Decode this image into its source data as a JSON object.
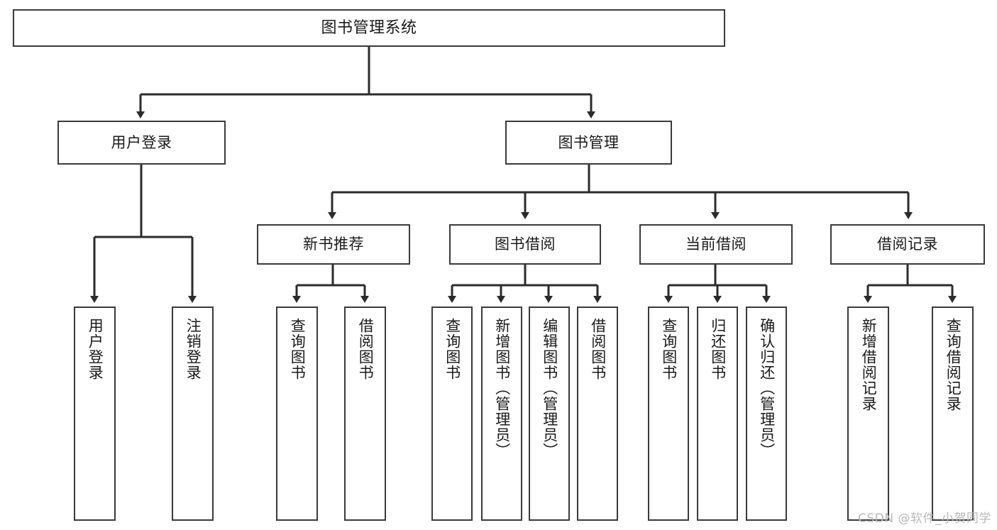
{
  "diagram": {
    "title": "图书管理系统",
    "watermark": "CSDN @软件_小贺同学",
    "colors": {
      "box_border": "#3a3a3a",
      "box_fill": "#ffffff",
      "edge": "#2b2b2b",
      "text": "#1a1a1a",
      "watermark": "#b9b9b9"
    },
    "levels": {
      "level1": [
        {
          "id": "root",
          "label": "图书管理系统",
          "orientation": "horizontal"
        }
      ],
      "level2": [
        {
          "id": "user-login",
          "label": "用户登录",
          "orientation": "horizontal"
        },
        {
          "id": "book-manage",
          "label": "图书管理",
          "orientation": "horizontal"
        }
      ],
      "level3": [
        {
          "id": "new-book-recommend",
          "label": "新书推荐",
          "orientation": "horizontal"
        },
        {
          "id": "book-borrow",
          "label": "图书借阅",
          "orientation": "horizontal"
        },
        {
          "id": "current-borrow",
          "label": "当前借阅",
          "orientation": "horizontal"
        },
        {
          "id": "borrow-record",
          "label": "借阅记录",
          "orientation": "horizontal"
        }
      ],
      "level4": [
        {
          "id": "leaf-user-login",
          "label": "用户登录",
          "orientation": "vertical",
          "parent": "user-login"
        },
        {
          "id": "leaf-logout-login",
          "label": "注销登录",
          "orientation": "vertical",
          "parent": "user-login"
        },
        {
          "id": "leaf-query-book-1",
          "label": "查询图书",
          "orientation": "vertical",
          "parent": "new-book-recommend"
        },
        {
          "id": "leaf-borrow-book-1",
          "label": "借阅图书",
          "orientation": "vertical",
          "parent": "new-book-recommend"
        },
        {
          "id": "leaf-query-book-2",
          "label": "查询图书",
          "orientation": "vertical",
          "parent": "book-borrow"
        },
        {
          "id": "leaf-add-book",
          "label": "新增图书（管理员）",
          "orientation": "vertical",
          "parent": "book-borrow"
        },
        {
          "id": "leaf-edit-book",
          "label": "编辑图书（管理员）",
          "orientation": "vertical",
          "parent": "book-borrow"
        },
        {
          "id": "leaf-borrow-book-2",
          "label": "借阅图书",
          "orientation": "vertical",
          "parent": "book-borrow"
        },
        {
          "id": "leaf-query-book-3",
          "label": "查询图书",
          "orientation": "vertical",
          "parent": "current-borrow"
        },
        {
          "id": "leaf-return-book",
          "label": "归还图书",
          "orientation": "vertical",
          "parent": "current-borrow"
        },
        {
          "id": "leaf-confirm-return",
          "label": "确认归还（管理员）",
          "orientation": "vertical",
          "parent": "current-borrow"
        },
        {
          "id": "leaf-add-record",
          "label": "新增借阅记录",
          "orientation": "vertical",
          "parent": "borrow-record"
        },
        {
          "id": "leaf-query-record",
          "label": "查询借阅记录",
          "orientation": "vertical",
          "parent": "borrow-record"
        }
      ]
    },
    "edges": [
      {
        "from": "root",
        "to": "user-login"
      },
      {
        "from": "root",
        "to": "book-manage"
      },
      {
        "from": "book-manage",
        "to": "new-book-recommend"
      },
      {
        "from": "book-manage",
        "to": "book-borrow"
      },
      {
        "from": "book-manage",
        "to": "current-borrow"
      },
      {
        "from": "book-manage",
        "to": "borrow-record"
      },
      {
        "from": "user-login",
        "to": "leaf-user-login"
      },
      {
        "from": "user-login",
        "to": "leaf-logout-login"
      },
      {
        "from": "new-book-recommend",
        "to": "leaf-query-book-1"
      },
      {
        "from": "new-book-recommend",
        "to": "leaf-borrow-book-1"
      },
      {
        "from": "book-borrow",
        "to": "leaf-query-book-2"
      },
      {
        "from": "book-borrow",
        "to": "leaf-add-book"
      },
      {
        "from": "book-borrow",
        "to": "leaf-edit-book"
      },
      {
        "from": "book-borrow",
        "to": "leaf-borrow-book-2"
      },
      {
        "from": "current-borrow",
        "to": "leaf-query-book-3"
      },
      {
        "from": "current-borrow",
        "to": "leaf-return-book"
      },
      {
        "from": "current-borrow",
        "to": "leaf-confirm-return"
      },
      {
        "from": "borrow-record",
        "to": "leaf-add-record"
      },
      {
        "from": "borrow-record",
        "to": "leaf-query-record"
      }
    ]
  }
}
